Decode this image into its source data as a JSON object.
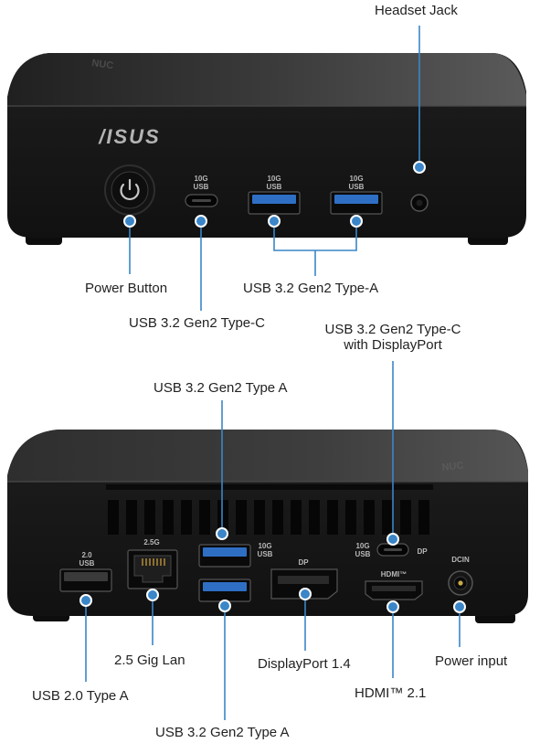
{
  "front": {
    "brand": "/ISUS",
    "nuc_logo": "NUC",
    "port_captions": {
      "usbc_speed": "10G",
      "usbc_type": "USB",
      "usba1_speed": "10G",
      "usba1_type": "USB",
      "usba2_speed": "10G",
      "usba2_type": "USB"
    },
    "callouts": {
      "headset_jack": "Headset Jack",
      "power_button": "Power Button",
      "usb_type_c": "USB 3.2 Gen2 Type-C",
      "usb_type_a": "USB 3.2 Gen2 Type-A"
    }
  },
  "back": {
    "nuc_logo": "NUC",
    "port_captions": {
      "usb2_speed": "2.0",
      "usb2_type": "USB",
      "lan_speed": "2.5G",
      "usba_speed": "10G",
      "usba_type": "USB",
      "dp": "DP",
      "usbc_speed": "10G",
      "usbc_type": "USB",
      "usbc_dp": "DP",
      "hdmi": "HDMI™",
      "dcin": "DCIN"
    },
    "callouts": {
      "usbc_dp_line1": "USB 3.2 Gen2 Type-C",
      "usbc_dp_line2": "with DisplayPort",
      "usb_type_a_top": "USB 3.2 Gen2 Type A",
      "usb20": "USB 2.0 Type A",
      "lan": "2.5 Gig Lan",
      "displayport": "DisplayPort 1.4",
      "power_input": "Power input",
      "hdmi": "HDMI™ 2.1",
      "usb_type_a_bottom": "USB 3.2 Gen2 Type A"
    }
  },
  "colors": {
    "accent": "#3a86c8",
    "chassis": "#1c1c1c",
    "port_blue": "#2e6fc4"
  }
}
